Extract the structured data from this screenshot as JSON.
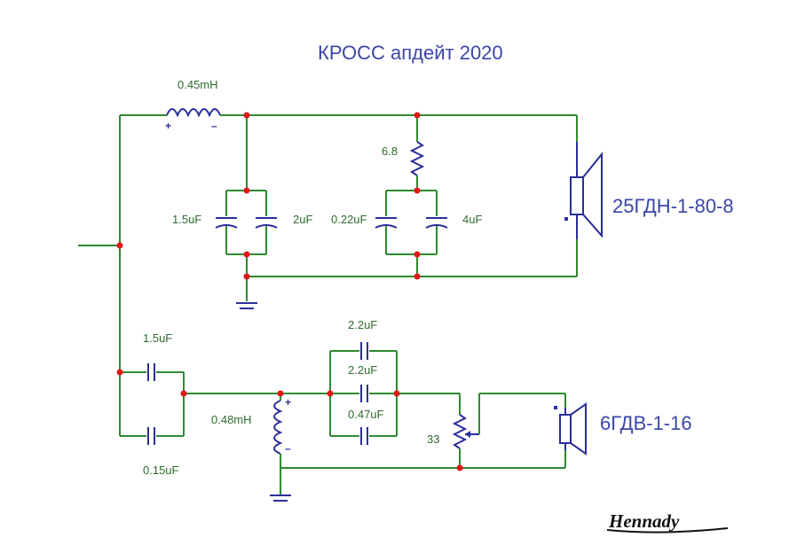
{
  "title": "КРОСС апдейт 2020",
  "signature": "Hennady",
  "woofer_section": {
    "inductor_label": "0.45mH",
    "resistor_label": "6.8",
    "cap1_label": "1.5uF",
    "cap2_label": "2uF",
    "cap3_label": "0.22uF",
    "cap4_label": "4uF",
    "speaker_label": "25ГДН-1-80-8"
  },
  "tweeter_section": {
    "cap_series_label": "1.5uF",
    "cap_series2_label": "0.15uF",
    "inductor_label": "0.48mH",
    "cap_par1_label": "2.2uF",
    "cap_par2_label": "2.2uF",
    "cap_par3_label": "0.47uF",
    "pot_label": "33",
    "speaker_label": "6ГДВ-1-16"
  },
  "colors": {
    "wire": "#2f8a2f",
    "component": "#2a2e9c",
    "node": "#e01818",
    "label": "#2e6b2e",
    "title": "#3b46a8"
  }
}
